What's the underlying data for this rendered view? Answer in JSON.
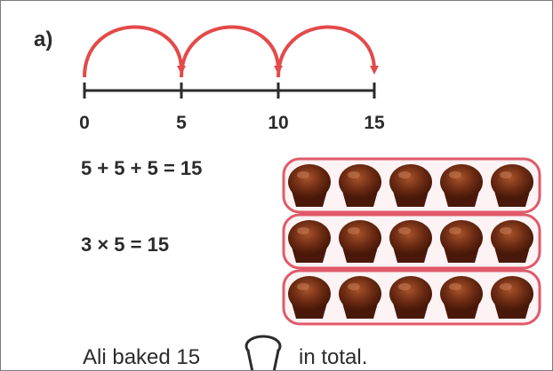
{
  "part_label": "a)",
  "number_line": {
    "ticks": [
      "0",
      "5",
      "10",
      "15"
    ],
    "jumps": 3,
    "arrow_color": "#e34a4a",
    "line_color": "#2b2b2b"
  },
  "equations": {
    "repeated_addition": "5 + 5 + 5 = 15",
    "multiplication": "3 × 5 = 15"
  },
  "array": {
    "rows": 3,
    "columns": 5,
    "item": "cake-icon",
    "row_border_color": "#e05a6a",
    "item_color": "#6b2a12"
  },
  "sentence": {
    "before": "Ali baked 15",
    "blank_icon": "cake-outline-icon",
    "after": "in total."
  }
}
